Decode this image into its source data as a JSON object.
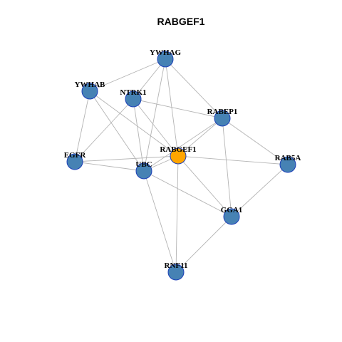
{
  "title": "RABGEF1",
  "colors": {
    "node_default": "#4682b4",
    "node_focus": "#ffa500",
    "node_border": "#1c3fb8",
    "edge": "#b4b4b4",
    "background": "#ffffff"
  },
  "graph": {
    "focus_node": "RABGEF1",
    "nodes": [
      {
        "id": "YWHAG",
        "label": "YWHAG"
      },
      {
        "id": "YWHAB",
        "label": "YWHAB"
      },
      {
        "id": "NTRK1",
        "label": "NTRK1"
      },
      {
        "id": "RABEP1",
        "label": "RABEP1"
      },
      {
        "id": "RABGEF1",
        "label": "RABGEF1"
      },
      {
        "id": "EGFR",
        "label": "EGFR"
      },
      {
        "id": "UBC",
        "label": "UBC"
      },
      {
        "id": "RAB5A",
        "label": "RAB5A"
      },
      {
        "id": "GGA1",
        "label": "GGA1"
      },
      {
        "id": "RNF11",
        "label": "RNF11"
      }
    ],
    "edges": [
      [
        "YWHAG",
        "YWHAB"
      ],
      [
        "YWHAG",
        "NTRK1"
      ],
      [
        "YWHAG",
        "RABEP1"
      ],
      [
        "YWHAG",
        "RABGEF1"
      ],
      [
        "YWHAG",
        "UBC"
      ],
      [
        "YWHAB",
        "EGFR"
      ],
      [
        "YWHAB",
        "RABGEF1"
      ],
      [
        "YWHAB",
        "UBC"
      ],
      [
        "NTRK1",
        "EGFR"
      ],
      [
        "NTRK1",
        "UBC"
      ],
      [
        "NTRK1",
        "RABEP1"
      ],
      [
        "NTRK1",
        "RABGEF1"
      ],
      [
        "RABEP1",
        "RABGEF1"
      ],
      [
        "RABEP1",
        "UBC"
      ],
      [
        "RABEP1",
        "RAB5A"
      ],
      [
        "RABEP1",
        "GGA1"
      ],
      [
        "EGFR",
        "RABGEF1"
      ],
      [
        "EGFR",
        "UBC"
      ],
      [
        "UBC",
        "RABGEF1"
      ],
      [
        "UBC",
        "GGA1"
      ],
      [
        "RABGEF1",
        "RAB5A"
      ],
      [
        "RABGEF1",
        "GGA1"
      ],
      [
        "RABGEF1",
        "RNF11"
      ],
      [
        "UBC",
        "RNF11"
      ],
      [
        "RAB5A",
        "GGA1"
      ],
      [
        "GGA1",
        "RNF11"
      ]
    ]
  }
}
